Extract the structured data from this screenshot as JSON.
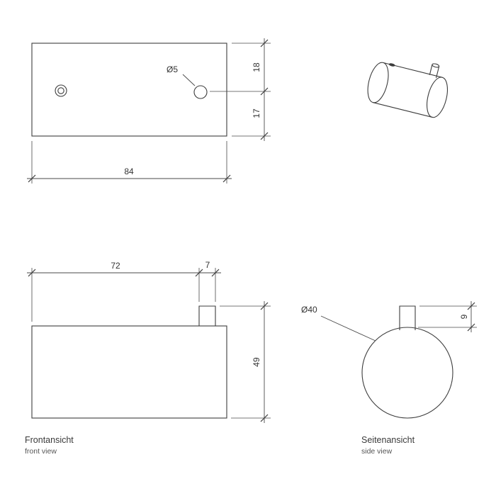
{
  "drawing": {
    "background": "#ffffff",
    "line_color": "#3c3c3c",
    "views": {
      "top": {
        "width": "84",
        "height_upper": "18",
        "height_lower": "17",
        "hole_diameter": "Ø5"
      },
      "front": {
        "title": "Frontansicht",
        "subtitle": "front view",
        "body_width": "72",
        "peg_width": "7",
        "total_height": "49"
      },
      "side": {
        "title": "Seitenansicht",
        "subtitle": "side view",
        "diameter": "Ø40",
        "peg_height": "9"
      }
    }
  }
}
